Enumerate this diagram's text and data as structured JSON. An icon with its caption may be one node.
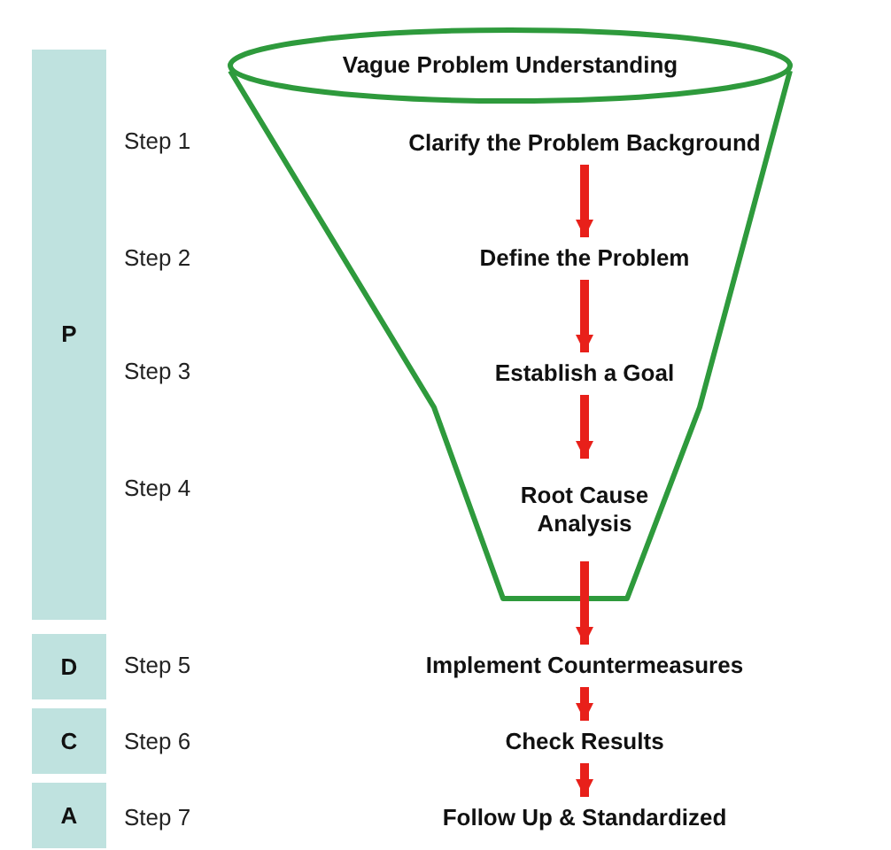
{
  "diagram": {
    "nodes": [
      {
        "text": [
          "P"
        ]
      },
      {
        "text": [
          "Vague Problem Understanding"
        ]
      },
      {
        "text": [
          "Clarify the Problem Background"
        ]
      },
      {
        "text": [
          "Define the Problem"
        ]
      },
      {
        "text": [
          "Establish a Goal"
        ]
      },
      {
        "text": [
          "Root Cause Analysis"
        ]
      },
      {
        "text": [
          "D"
        ]
      },
      {
        "text": [
          "Implement Countermeasures"
        ]
      },
      {
        "text": [
          "C"
        ]
      },
      {
        "text": [
          "Check Results"
        ]
      },
      {
        "text": [
          "A"
        ]
      },
      {
        "text": [
          "Follow Up & Standardized"
        ]
      }
    ],
    "edges": [
      {
        "from": 2,
        "to": 3,
        "arrow": "to"
      },
      {
        "from": 3,
        "to": 4,
        "arrow": "to"
      },
      {
        "from": 4,
        "to": 5,
        "arrow": "to"
      },
      {
        "from": 5,
        "to": 7,
        "arrow": "to"
      },
      {
        "from": 7,
        "to": 9,
        "arrow": "to"
      },
      {
        "from": 9,
        "to": 11,
        "arrow": "to"
      }
    ],
    "labels": [
      "Step 1",
      "Step 2",
      "Step 3",
      "Step 4",
      "Step 5",
      "Step 6",
      "Step 7"
    ]
  }
}
